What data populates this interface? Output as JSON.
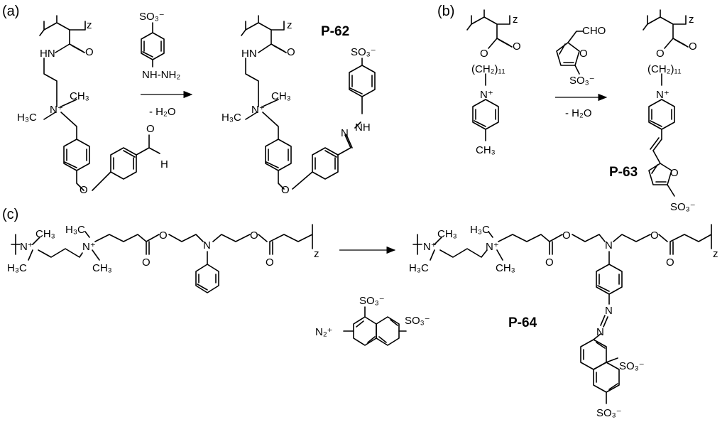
{
  "panels": [
    "(a)",
    "(b)",
    "(c)"
  ],
  "products": [
    "P-62",
    "P-63",
    "P-64"
  ],
  "conditions": {
    "water_loss": "- H₂O"
  },
  "atoms": {
    "z": "z",
    "hn": "HN",
    "o": "O",
    "n_plus": "N⁺",
    "n": "N",
    "ch3": "CH₃",
    "h3c": "H₃C",
    "h": "H",
    "nh": "NH",
    "nhnh2": "NH-NH₂",
    "so3": "SO₃⁻",
    "cho": "CHO",
    "ch2_11": "(CH₂)₁₁",
    "n2_plus": "N₂⁺"
  },
  "colors": {
    "ink": "#000000",
    "background": "#ffffff"
  }
}
